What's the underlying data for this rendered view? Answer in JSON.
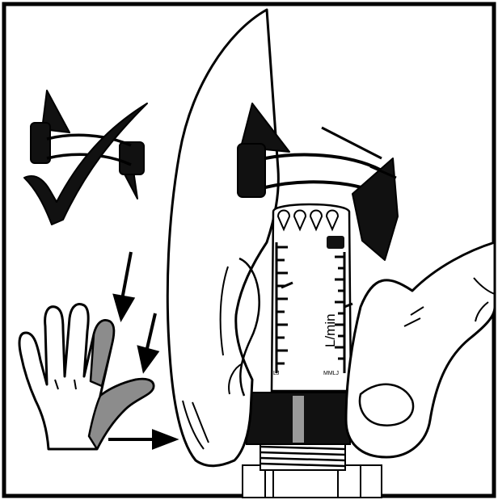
{
  "illustration": {
    "unit_label": "L/min",
    "scale_mark_left": "LJ",
    "scale_mark_right": "MMLJ",
    "colors": {
      "ink": "#000000",
      "paper": "#ffffff",
      "highlight": "#8c8c8c"
    },
    "icons": [
      "check-mark-icon",
      "hand-icon",
      "arrow-icon"
    ]
  }
}
